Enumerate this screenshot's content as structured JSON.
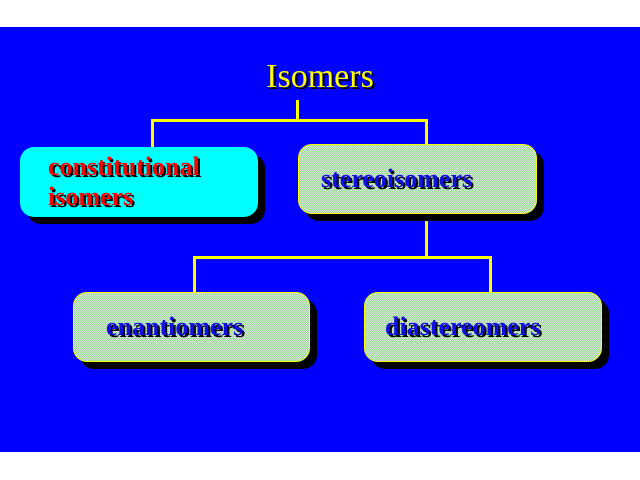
{
  "title": "Isomers",
  "nodes": {
    "constitutional": {
      "line1": "constitutional",
      "line2": "isomers"
    },
    "stereoisomers": "stereoisomers",
    "enantiomers": "enantiomers",
    "diastereomers": "diastereomers"
  },
  "colors": {
    "background": "#0000ff",
    "lines": "#ffff00",
    "title": "#ffff00",
    "constitutional_fill": "#00ffff",
    "constitutional_text": "#ff0000",
    "node_text": "#1010e0"
  }
}
